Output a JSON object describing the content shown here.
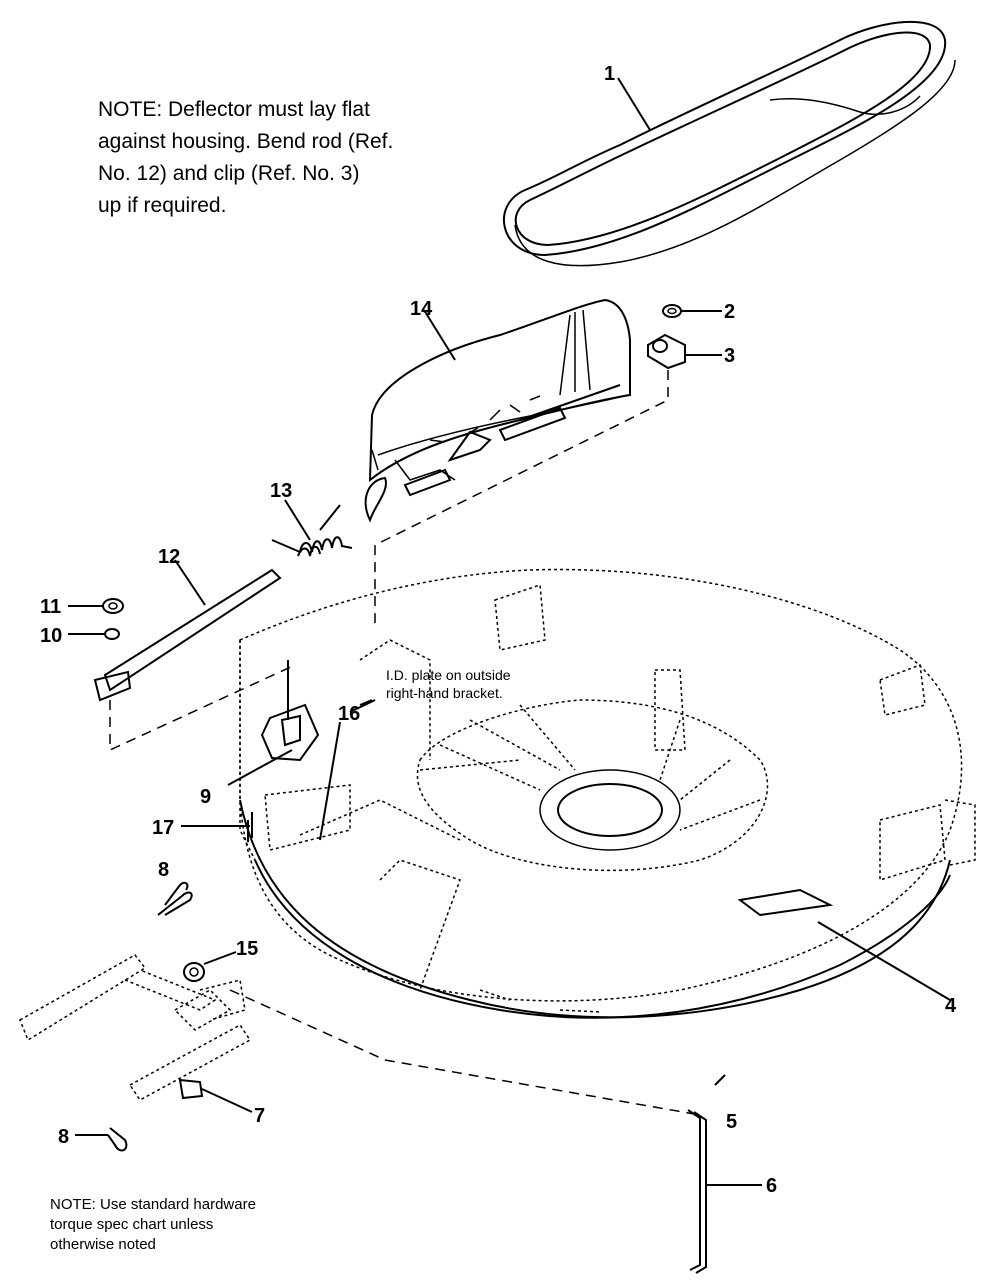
{
  "notes": {
    "top": "NOTE: Deflector must lay flat\nagainst housing. Bend rod (Ref.\nNo. 12) and clip (Ref. No. 3)\nup if required.",
    "bottom": "NOTE: Use standard hardware\ntorque spec chart unless\notherwise noted",
    "id_plate": "I.D. plate on outside\nright-hand bracket."
  },
  "callouts": {
    "c1": "1",
    "c2": "2",
    "c3": "3",
    "c4": "4",
    "c5": "5",
    "c6": "6",
    "c7": "7",
    "c8a": "8",
    "c8b": "8",
    "c9": "9",
    "c10": "10",
    "c11": "11",
    "c12": "12",
    "c13": "13",
    "c14": "14",
    "c15": "15",
    "c16": "16",
    "c17": "17"
  }
}
